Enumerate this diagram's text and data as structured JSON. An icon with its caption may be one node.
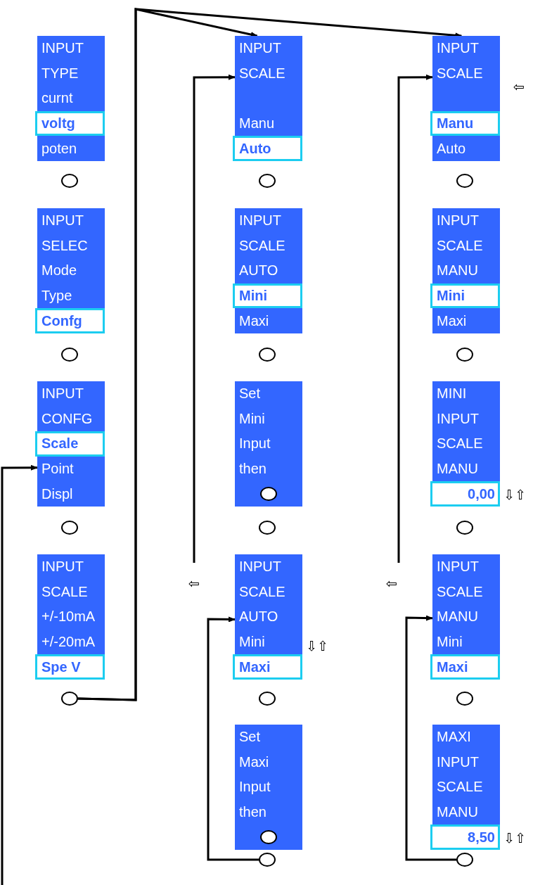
{
  "diagram": {
    "nodes": [
      {
        "text": [
          "INPUT",
          "TYPE",
          "curnt",
          "voltg",
          "poten"
        ]
      },
      {
        "text": [],
        "shape": "circle"
      },
      {
        "text": [
          "INPUT",
          "SELEC",
          "Mode",
          "Type",
          "Confg"
        ]
      },
      {
        "text": [],
        "shape": "circle"
      },
      {
        "text": [
          "INPUT",
          "CONFG",
          "Scale",
          "Point",
          "Displ"
        ]
      },
      {
        "text": [],
        "shape": "circle"
      },
      {
        "text": [
          "INPUT",
          "SCALE",
          "+/-10mA",
          "+/-20mA",
          "Spe V"
        ]
      },
      {
        "text": [],
        "shape": "circle"
      },
      {
        "text": [
          "INPUT",
          "SCALE",
          "Manu",
          "Auto"
        ]
      },
      {
        "text": [],
        "shape": "circle"
      },
      {
        "text": [
          "INPUT",
          "SCALE",
          "AUTO",
          "Mini",
          "Maxi"
        ]
      },
      {
        "text": [],
        "shape": "circle"
      },
      {
        "text": [
          "Set",
          "Mini",
          "Input",
          "then"
        ]
      },
      {
        "text": [],
        "shape": "circle",
        "in": 12
      },
      {
        "text": [],
        "shape": "circle"
      },
      {
        "text": [
          "INPUT",
          "SCALE",
          "AUTO",
          "Mini",
          "Maxi"
        ],
        "beside": [
          "⇩⇧"
        ]
      },
      {
        "text": [],
        "shape": "circle"
      },
      {
        "text": [
          "Set",
          "Maxi",
          "Input",
          "then"
        ]
      },
      {
        "text": [],
        "shape": "circle",
        "in": 17
      },
      {
        "text": [],
        "shape": "circle"
      },
      {
        "text": [
          "INPUT",
          "SCALE",
          "Manu",
          "Auto"
        ]
      },
      {
        "text": [],
        "shape": "circle"
      },
      {
        "text": [
          "INPUT",
          "SCALE",
          "MANU",
          "Mini",
          "Maxi"
        ]
      },
      {
        "text": [],
        "shape": "circle"
      },
      {
        "text": [
          "MINI",
          "INPUT",
          "SCALE",
          "MANU",
          "0,00"
        ],
        "beside": [
          "⇩⇧"
        ]
      },
      {
        "text": [],
        "shape": "circle"
      },
      {
        "text": [
          "INPUT",
          "SCALE",
          "MANU",
          "Mini",
          "Maxi"
        ]
      },
      {
        "text": [],
        "shape": "circle"
      },
      {
        "text": [
          "MAXI",
          "INPUT",
          "SCALE",
          "MANU",
          "8,50"
        ],
        "beside": [
          "⇩⇧"
        ]
      },
      {
        "text": [],
        "shape": "circle"
      }
    ],
    "edges": [
      {
        "from": 7,
        "to": 8,
        "arrow": "to"
      },
      {
        "from": 7,
        "to": 20,
        "arrow": "to"
      },
      {
        "from": null,
        "to": 4,
        "arrow": "to"
      },
      {
        "from": null,
        "to": 8,
        "arrow": "to"
      },
      {
        "from": null,
        "to": 20,
        "arrow": "to"
      },
      {
        "from": 19,
        "to": 15,
        "arrow": "to"
      },
      {
        "from": 29,
        "to": 26,
        "arrow": "to"
      }
    ],
    "labels": [
      "⇦",
      "⇦",
      "⇦"
    ]
  }
}
